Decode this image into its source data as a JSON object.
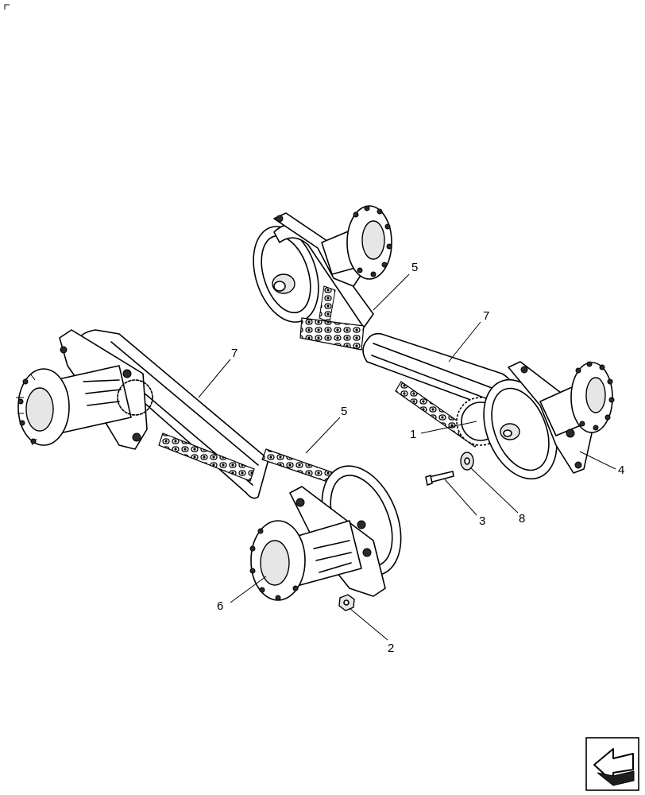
{
  "callouts": {
    "c1": "1",
    "c2": "2",
    "c3": "3",
    "c4": "4",
    "c5a": "5",
    "c5b": "5",
    "c6": "6",
    "c7a": "7",
    "c7b": "7",
    "c8": "8"
  },
  "icons": {
    "nav": "arrow-navigation-icon",
    "corner": "crop-corner-icon"
  }
}
